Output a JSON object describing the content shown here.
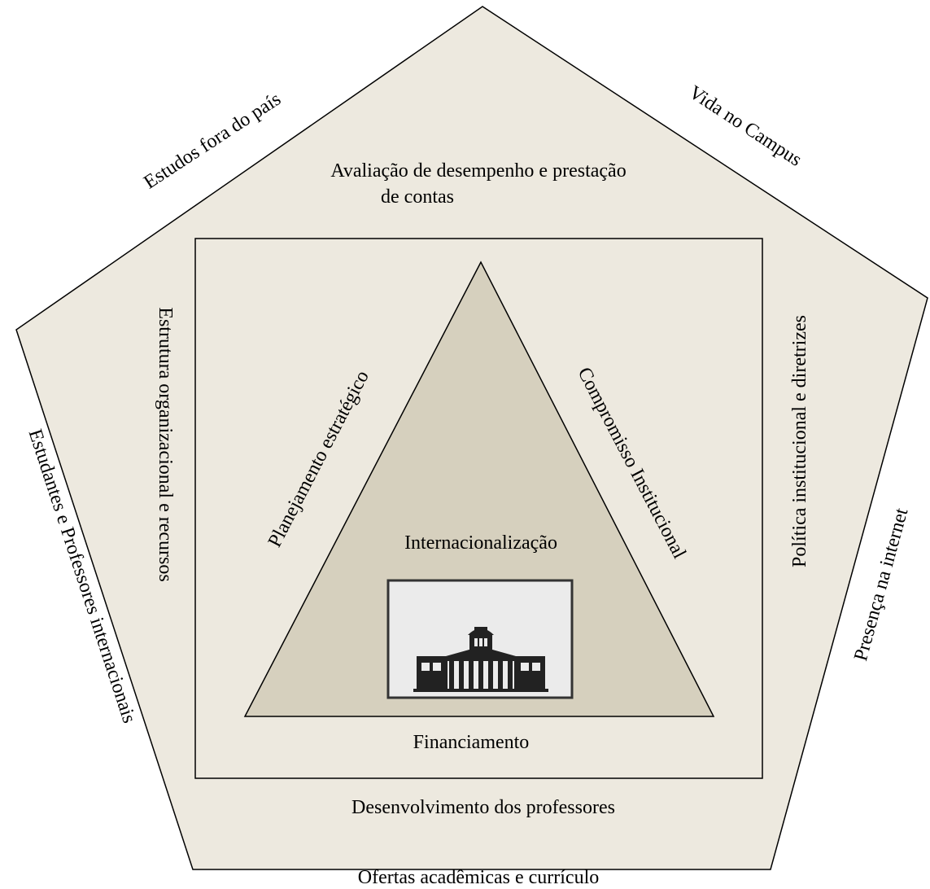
{
  "colors": {
    "pentagon_fill": "#ede9df",
    "triangle_fill": "#d6d0be",
    "stroke": "#000000",
    "text": "#000000",
    "building_fill": "#222222",
    "picture_background": "#ebebeb"
  },
  "center_icon": "university-building-icon",
  "pentagon_edges": {
    "top_left": "Estudos fora do país",
    "top_right": "Vida no Campus",
    "left": "Estudantes e Professores internacionais",
    "right": "Presença na internet",
    "bottom": "Ofertas acadêmicas e currículo"
  },
  "pentagon_inner": {
    "top_line1": "Avaliação de desempenho e prestação",
    "top_line2": "de contas",
    "bottom": "Desenvolvimento dos professores"
  },
  "square": {
    "left": "Estrutura organizacional e recursos",
    "right": "Política institucional e diretrizes",
    "bottom": "Financiamento"
  },
  "triangle": {
    "left": "Planejamento estratégico",
    "right": "Compromisso Institucional",
    "center": "Internacionalização"
  }
}
